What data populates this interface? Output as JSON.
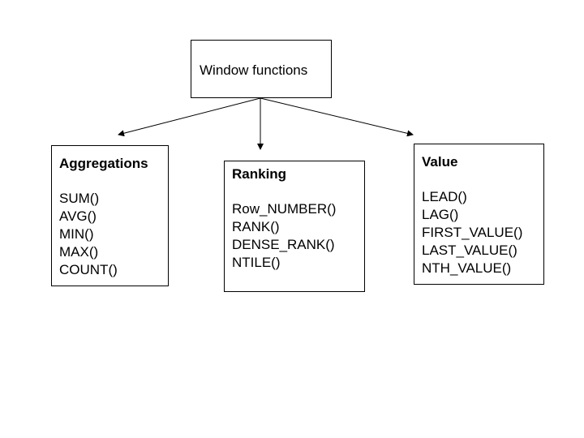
{
  "root": {
    "label": "Window functions"
  },
  "categories": [
    {
      "title": "Aggregations",
      "items": [
        "SUM()",
        "AVG()",
        "MIN()",
        "MAX()",
        "COUNT()"
      ]
    },
    {
      "title": "Ranking",
      "items": [
        "Row_NUMBER()",
        "RANK()",
        "DENSE_RANK()",
        "NTILE()"
      ]
    },
    {
      "title": "Value",
      "items": [
        "LEAD()",
        "LAG()",
        "FIRST_VALUE()",
        "LAST_VALUE()",
        "NTH_VALUE()"
      ]
    }
  ]
}
